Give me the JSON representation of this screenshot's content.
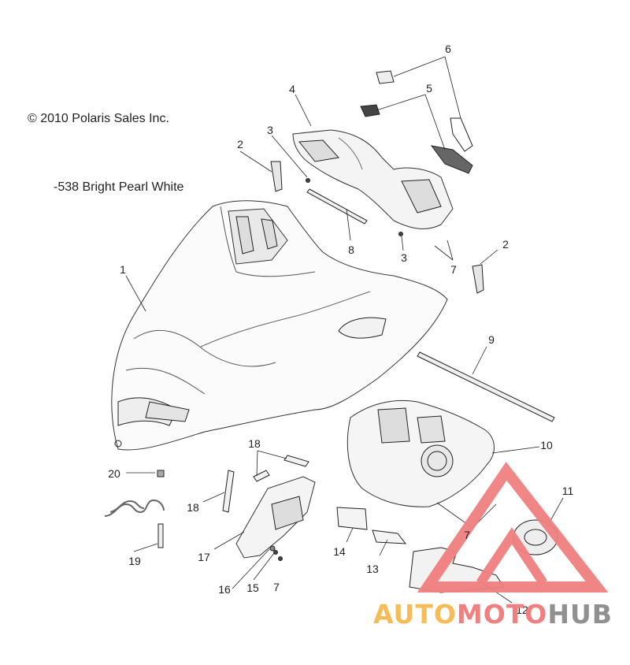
{
  "copyright": "© 2010 Polaris Sales Inc.",
  "color_note": "-538 Bright Pearl White",
  "callouts": [
    {
      "id": "c1",
      "label": "1"
    },
    {
      "id": "c2a",
      "label": "2"
    },
    {
      "id": "c2b",
      "label": "2"
    },
    {
      "id": "c3a",
      "label": "3"
    },
    {
      "id": "c3b",
      "label": "3"
    },
    {
      "id": "c4",
      "label": "4"
    },
    {
      "id": "c5",
      "label": "5"
    },
    {
      "id": "c6",
      "label": "6"
    },
    {
      "id": "c7a",
      "label": "7"
    },
    {
      "id": "c7b",
      "label": "7"
    },
    {
      "id": "c7c",
      "label": "7"
    },
    {
      "id": "c8",
      "label": "8"
    },
    {
      "id": "c9",
      "label": "9"
    },
    {
      "id": "c10",
      "label": "10"
    },
    {
      "id": "c11",
      "label": "11"
    },
    {
      "id": "c12",
      "label": "12"
    },
    {
      "id": "c13",
      "label": "13"
    },
    {
      "id": "c14",
      "label": "14"
    },
    {
      "id": "c15",
      "label": "15"
    },
    {
      "id": "c16",
      "label": "16"
    },
    {
      "id": "c17",
      "label": "17"
    },
    {
      "id": "c18a",
      "label": "18"
    },
    {
      "id": "c18b",
      "label": "18"
    },
    {
      "id": "c19",
      "label": "19"
    },
    {
      "id": "c20",
      "label": "20"
    }
  ],
  "watermark": {
    "part1": "AUTO",
    "part2": "MOTO",
    "part3": "HUB",
    "colors": {
      "part1": "#f6bc57",
      "part2": "#f07f7f",
      "part3": "#909090",
      "triangle": "#f07f7f"
    }
  }
}
